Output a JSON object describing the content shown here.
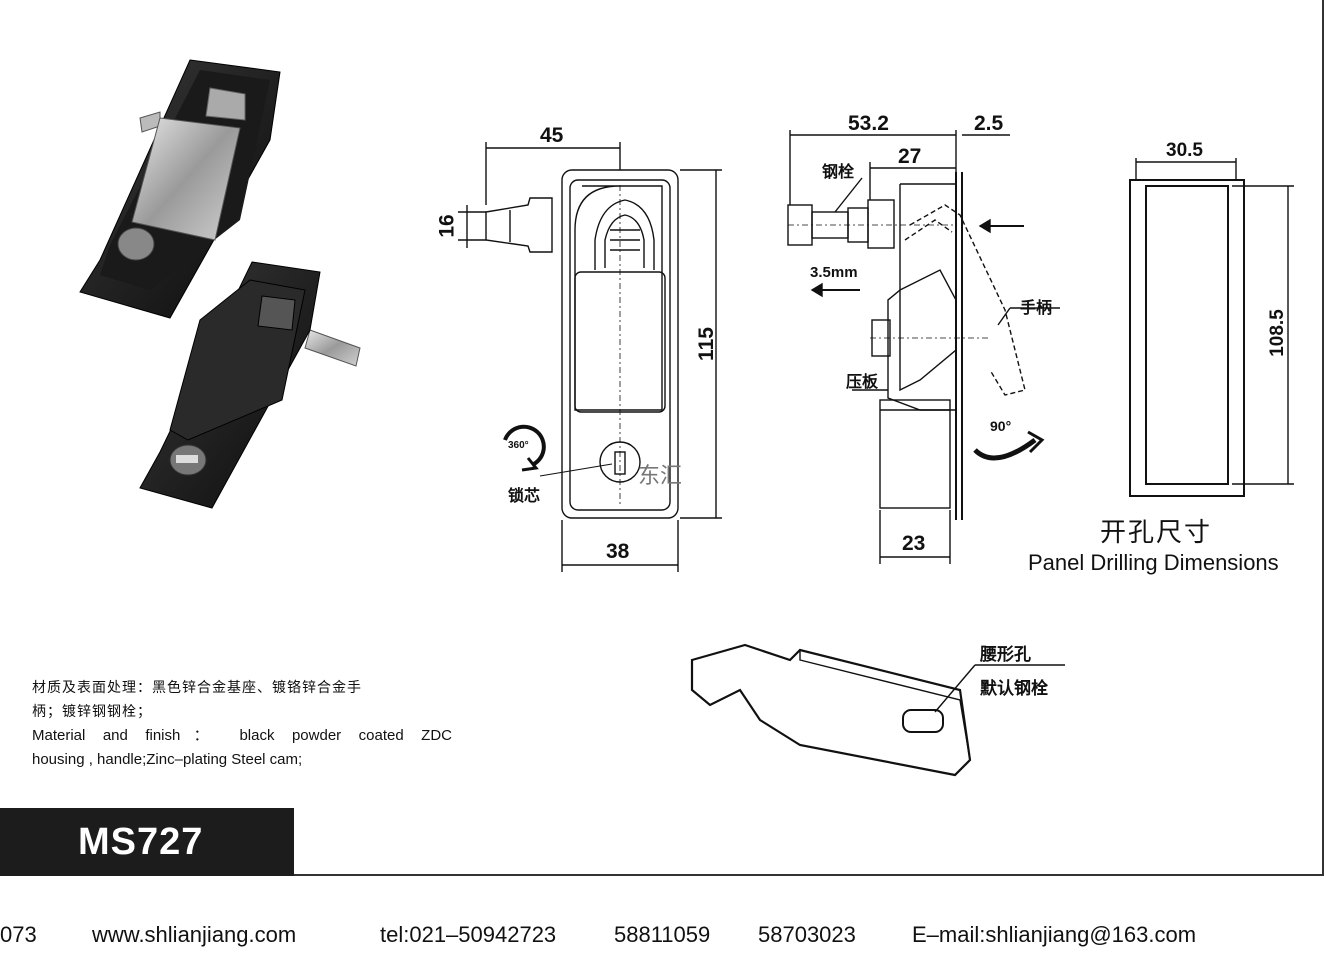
{
  "drawing": {
    "front_view": {
      "width_top": "45",
      "height_small": "16",
      "height_total": "115",
      "width_bottom": "38",
      "lock_core_label": "锁芯",
      "rotation_label": "360°"
    },
    "side_view": {
      "width_total": "53.2",
      "plate_thickness": "2.5",
      "bolt_depth": "27",
      "travel": "3.5mm",
      "base_width": "23",
      "steel_bolt_label": "钢栓",
      "handle_label": "手柄",
      "pressure_plate_label": "压板",
      "angle_label": "90°"
    },
    "cutout": {
      "width": "30.5",
      "height": "108.5",
      "title_cn": "开孔尺寸",
      "title_en": "Panel Drilling Dimensions"
    },
    "cam": {
      "label_1": "腰形孔",
      "label_2": "默认钢栓"
    },
    "watermark": "东汇"
  },
  "material": {
    "cn_line1": "材质及表面处理：黑色锌合金基座、镀铬锌合金手",
    "cn_line2": "柄；镀锌钢钢栓；",
    "en_line1": "Material and finish： black powder coated ZDC",
    "en_line2": "housing , handle;Zinc–plating Steel cam;"
  },
  "model": "MS727",
  "footer": {
    "page": "073",
    "website": "www.shlianjiang.com",
    "tel": "tel:021–50942723",
    "tel2": "58811059",
    "tel3": "58703023",
    "email": "E–mail:shlianjiang@163.com"
  }
}
